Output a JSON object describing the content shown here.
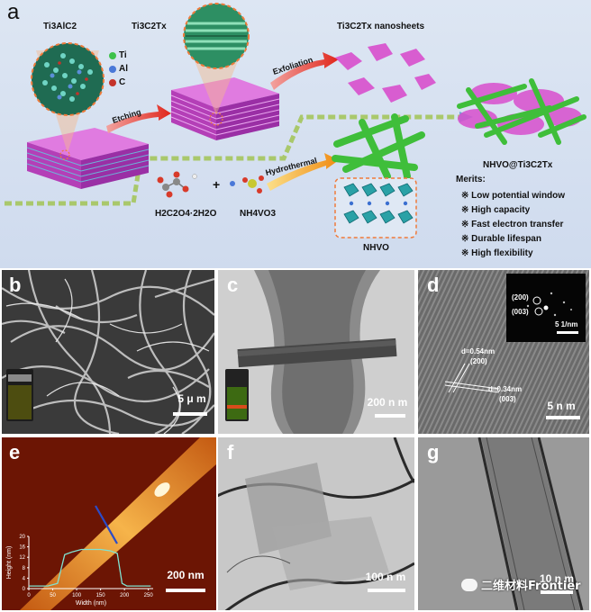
{
  "panels": {
    "a": {
      "label": "a",
      "ti3alc2": "Ti3AlC2",
      "ti3c2tx": "Ti3C2Tx",
      "nanosheets": "Ti3C2Tx nanosheets",
      "legend": [
        "Ti",
        "Al",
        "C"
      ],
      "etching": "Etching",
      "exfoliation": "Exfoliation",
      "hydrothermal": "Hydrothermal",
      "reagent1": "H2C2O4·2H2O",
      "reagent2": "NH4VO3",
      "nhvo": "NHVO",
      "product": "NHVO@Ti3C2Tx",
      "merits_title": "Merits:",
      "merits": [
        "Low potential window",
        "High capacity",
        "Fast electron transfer",
        "Durable lifespan",
        "High flexibility"
      ]
    },
    "b": {
      "label": "b",
      "scale": "5 μ m"
    },
    "c": {
      "label": "c",
      "scale": "200 n m"
    },
    "d": {
      "label": "d",
      "scale": "5 n m",
      "inset_scale": "5 1/nm",
      "spot1": "(200)",
      "spot2": "(003)",
      "d1": "d=0.54nm",
      "d1hkl": "(200)",
      "d2": "d=0.34nm",
      "d2hkl": "(003)"
    },
    "e": {
      "label": "e",
      "scale": "200 nm",
      "ylabel": "Height (nm)",
      "xlabel": "Width (nm)"
    },
    "f": {
      "label": "f",
      "scale": "100 n m"
    },
    "g": {
      "label": "g",
      "scale": "10 n m"
    }
  },
  "watermark": "二维材料Frontier",
  "chart_data": {
    "type": "line",
    "x": [
      0,
      20,
      40,
      60,
      75,
      90,
      110,
      130,
      150,
      170,
      185,
      195,
      205,
      220,
      240,
      255
    ],
    "values": [
      1,
      1,
      1,
      2,
      13,
      14,
      15,
      15,
      15,
      14.5,
      13.5,
      2,
      1,
      1,
      1,
      1
    ],
    "xlabel": "Width (nm)",
    "ylabel": "Height (nm)",
    "xlim": [
      0,
      260
    ],
    "ylim": [
      0,
      20
    ],
    "xticks": [
      0,
      50,
      100,
      150,
      200,
      250
    ],
    "yticks": [
      0,
      4,
      8,
      12,
      16,
      20
    ]
  }
}
